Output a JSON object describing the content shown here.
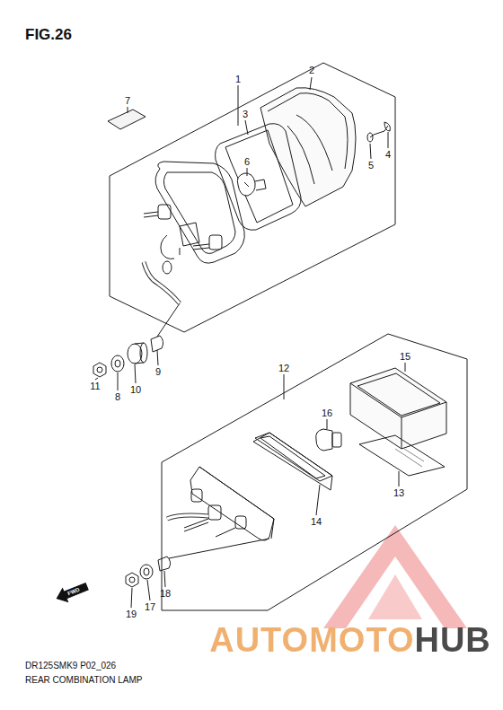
{
  "diagram": {
    "title": "FIG.26",
    "labels": [
      "1",
      "2",
      "3",
      "4",
      "5",
      "6",
      "7",
      "8",
      "9",
      "10",
      "11",
      "12",
      "13",
      "14",
      "15",
      "16",
      "17",
      "18",
      "19",
      "FWD",
      "DR125SMK9 P02_026",
      "REAR COMBINATION LAMP",
      "AUTOMOTOHUB"
    ]
  }
}
